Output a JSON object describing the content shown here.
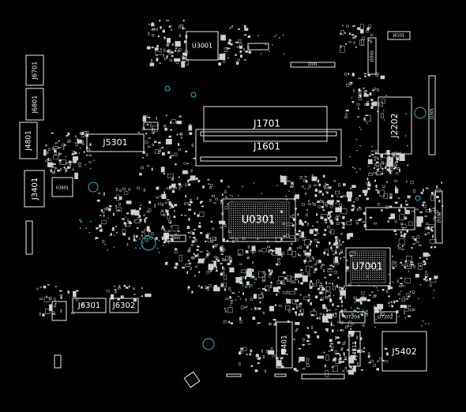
{
  "labels": {
    "u3001": "U3001",
    "j6101": "J6101",
    "j6701": "J6701",
    "j6801": "J6801",
    "j4801": "J4801",
    "j5301": "J5301",
    "j1701": "J1701",
    "j1601": "J1601",
    "j2202": "J2202",
    "j3401": "J3401",
    "u3401": "U3401",
    "u0301": "U0301",
    "u7001": "U7001",
    "j5102": "J5102",
    "j5001": "J5001",
    "j6301": "J6301",
    "j6302": "J6302",
    "j5401": "J5401",
    "j4511": "J4511",
    "u7204": "U7204",
    "u7202": "U7202",
    "j5402": "J5402",
    "j3101": "J3101",
    "j5502": "J5502",
    "j1301": "J1301",
    "j3802": "J3802"
  },
  "colors": {
    "background": "#000000",
    "outline": "#e8e8e8",
    "via": "#2fb7c6",
    "pad": "#cfcfcf"
  }
}
